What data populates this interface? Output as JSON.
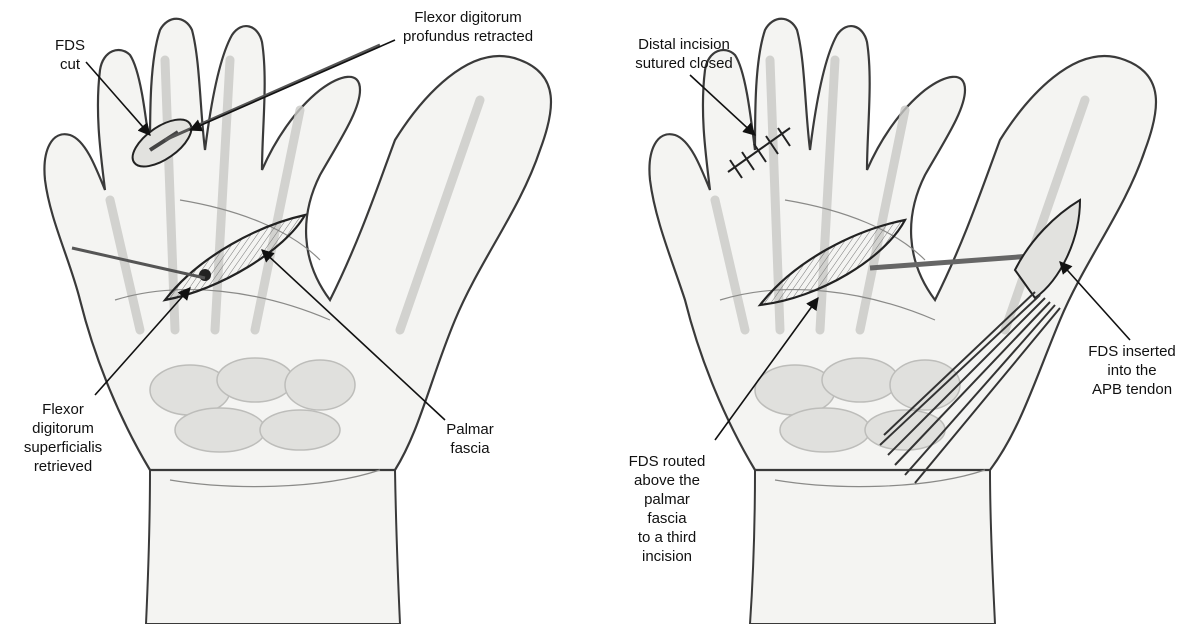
{
  "colors": {
    "outline": "#3a3a3a",
    "skin": "#f4f4f2",
    "bone": "#d6d6d3",
    "line": "#111111",
    "wound": "#2a2a2a"
  },
  "left_panel": {
    "labels": {
      "fds_cut": [
        "FDS",
        "cut"
      ],
      "fdp_retracted": [
        "Flexor digitorum",
        "profundus retracted"
      ],
      "fds_retrieved": [
        "Flexor",
        "digitorum",
        "superficialis",
        "retrieved"
      ],
      "palmar_fascia": [
        "Palmar",
        "fascia"
      ]
    }
  },
  "right_panel": {
    "labels": {
      "distal_incision": [
        "Distal incision",
        "sutured closed"
      ],
      "fds_inserted": [
        "FDS inserted",
        "into the",
        "APB tendon"
      ],
      "fds_routed": [
        "FDS routed",
        "above the",
        "palmar",
        "fascia",
        "to a third",
        "incision"
      ]
    }
  }
}
